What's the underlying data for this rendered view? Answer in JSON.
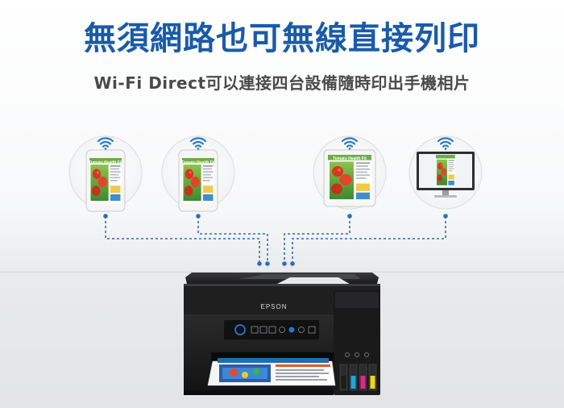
{
  "headline": "無須網路也可無線直接列印",
  "subheadline": "Wi-Fi Direct可以連接四台設備隨時印出手機相片",
  "devices": [
    {
      "type": "phone",
      "screen_title": "Tomato Health Fit",
      "icon": "wifi-icon"
    },
    {
      "type": "phone",
      "screen_title": "Tomato Health Fit",
      "icon": "wifi-icon"
    },
    {
      "type": "tablet",
      "screen_title": "Tomato Health Fit",
      "icon": "wifi-icon"
    },
    {
      "type": "monitor",
      "screen_title": "",
      "icon": "wifi-icon"
    }
  ],
  "printer": {
    "brand": "EPSON",
    "ink_colors": [
      "#1c1c1c",
      "#19a9d8",
      "#e0258c",
      "#f1d80c"
    ]
  },
  "colors": {
    "accent": "#1a5ba8",
    "connector": "#2b6fb7",
    "printer_body": "#1e1e1f"
  }
}
